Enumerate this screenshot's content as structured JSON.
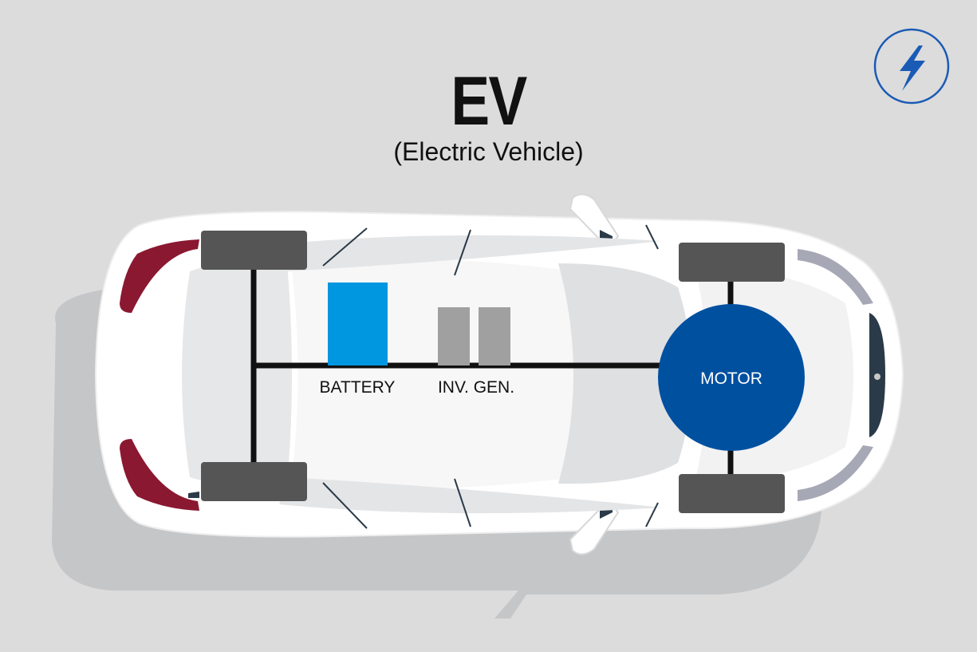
{
  "header": {
    "title": "EV",
    "subtitle": "(Electric Vehicle)"
  },
  "components": {
    "battery": "BATTERY",
    "inverter_generator": "INV. GEN.",
    "motor": "MOTOR"
  },
  "icons": {
    "badge": "lightning-bolt-icon"
  },
  "colors": {
    "background": "#dcdcdc",
    "battery": "#0096e0",
    "motor": "#0050a0",
    "inverter": "#a0a0a0",
    "wheel": "#555555",
    "tail_light": "#8a1830",
    "badge": "#1a5bb5"
  }
}
